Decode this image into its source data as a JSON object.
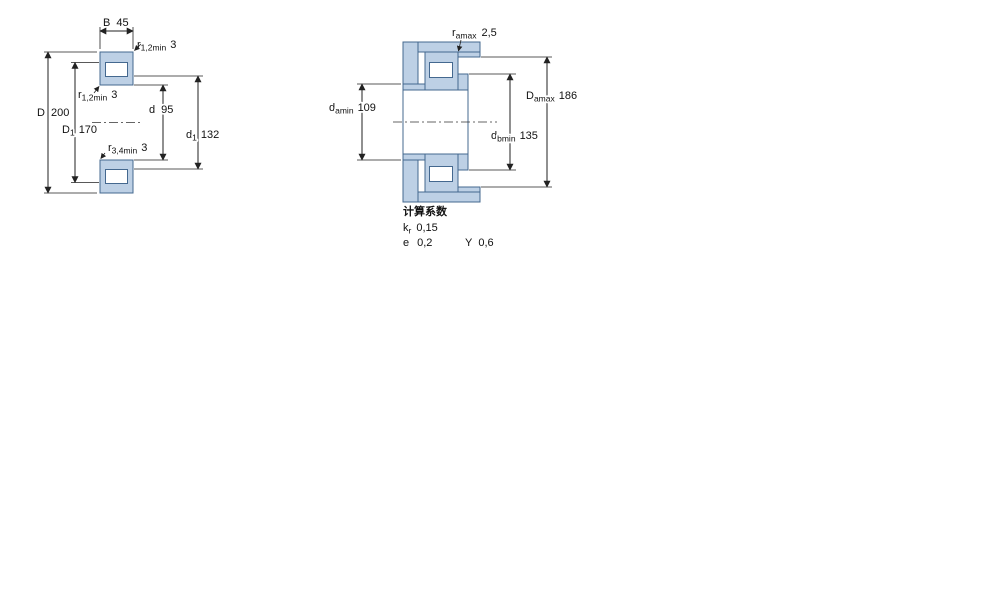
{
  "figure": {
    "left": {
      "B": {
        "label": "B",
        "value": "45"
      },
      "r_top": {
        "label": "r",
        "sub": "1,2min",
        "value": "3"
      },
      "r_left": {
        "label": "r",
        "sub": "1,2min",
        "value": "3"
      },
      "D": {
        "label": "D",
        "value": "200"
      },
      "D1": {
        "label": "D",
        "sub": "1",
        "value": "170"
      },
      "d": {
        "label": "d",
        "value": "95"
      },
      "r_bottom": {
        "label": "r",
        "sub": "3,4min",
        "value": "3"
      },
      "d1": {
        "label": "d",
        "sub": "1",
        "value": "132"
      }
    },
    "right": {
      "ra": {
        "label": "r",
        "sub": "amax",
        "value": "2,5"
      },
      "da": {
        "label": "d",
        "sub": "amin",
        "value": "109"
      },
      "Da": {
        "label": "D",
        "sub": "amax",
        "value": "186"
      },
      "db": {
        "label": "d",
        "sub": "bmin",
        "value": "135"
      }
    },
    "factors": {
      "title": "计算系数",
      "kr": {
        "label": "k",
        "sub": "r",
        "value": "0,15"
      },
      "e": {
        "label": "e",
        "value": "0,2"
      },
      "Y": {
        "label": "Y",
        "value": "0,6"
      }
    },
    "colors": {
      "part_fill": "#bdd0e5",
      "part_stroke": "#44688f",
      "line": "#222222"
    }
  }
}
